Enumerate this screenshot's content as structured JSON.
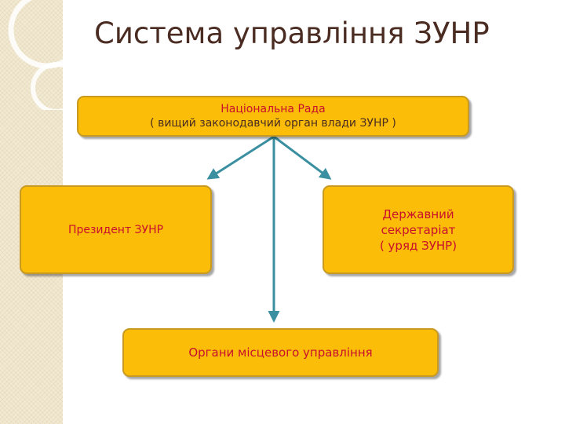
{
  "title": "Система управління ЗУНР",
  "nodes": {
    "council": {
      "label": "Національна Рада",
      "sublabel": "( вищий законодавчий орган влади ЗУНР )"
    },
    "president": {
      "label": "Президент ЗУНР"
    },
    "secretariat": {
      "label_line1": "Державний",
      "label_line2": "секретаріат",
      "sublabel": "( уряд ЗУНР)"
    },
    "local": {
      "label": "Органи місцевого управління"
    }
  },
  "colors": {
    "box_fill": "#fbbd08",
    "box_border": "#c99a22",
    "label_text": "#c8102e",
    "title_text": "#4a2c22",
    "arrow": "#3a8fa0"
  }
}
